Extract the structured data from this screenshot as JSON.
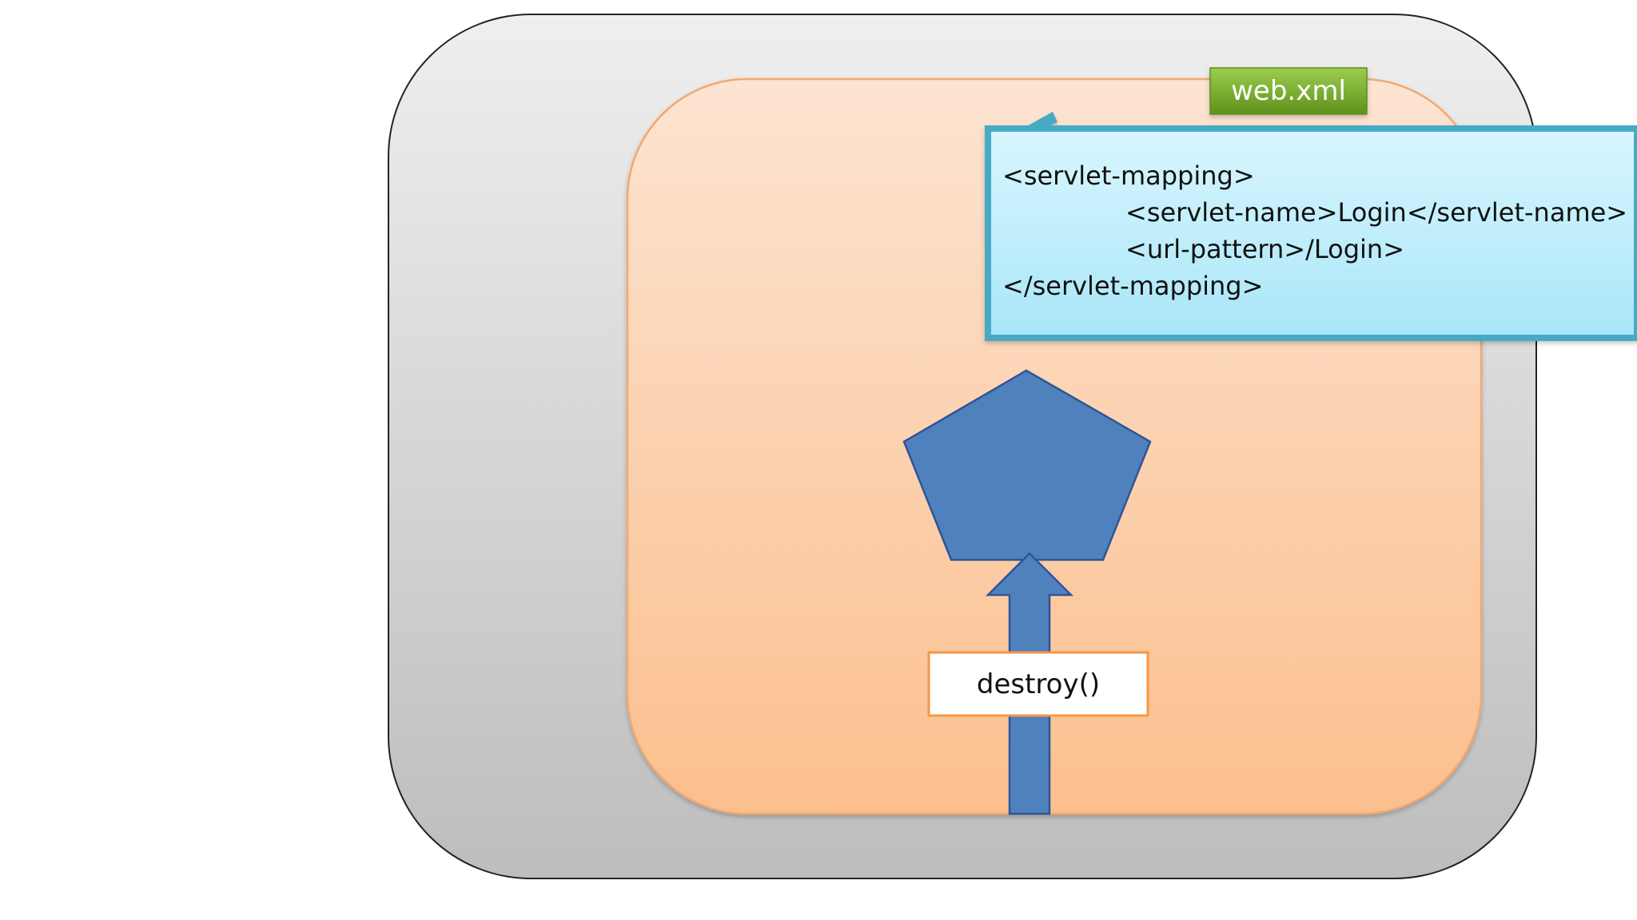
{
  "diagram": {
    "tag_label": "web.xml",
    "callout": {
      "line1": "<servlet-mapping>",
      "line2": "<servlet-name>Login</servlet-name>",
      "line3": "<url-pattern>/Login>",
      "line4": "</servlet-mapping>"
    },
    "method_label": "destroy()",
    "colors": {
      "outer_container": "#d7d7d7",
      "inner_container": "#ffc89a",
      "callout_fill": "#c9f1ff",
      "callout_border": "#46aac5",
      "tag_fill": "#79ad2b",
      "shape_fill": "#4f81bd",
      "method_border": "#f79646"
    }
  }
}
